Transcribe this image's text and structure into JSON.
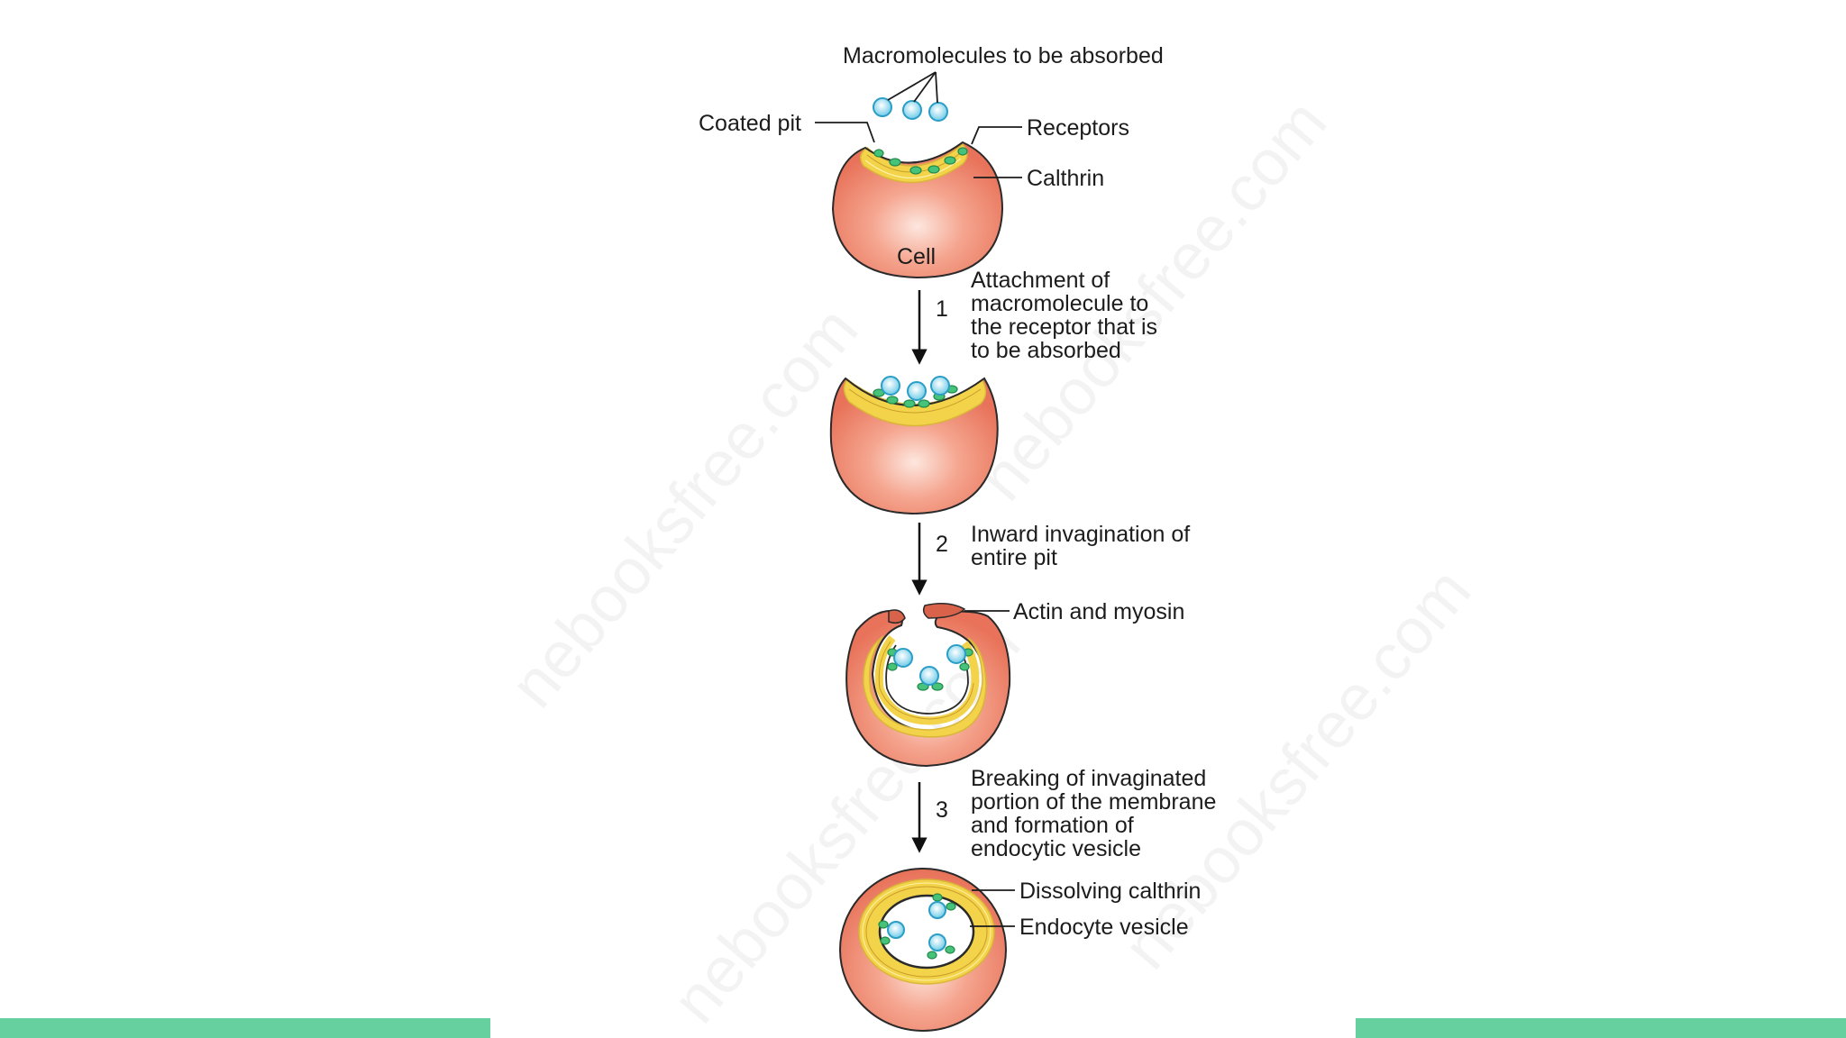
{
  "colors": {
    "accent_bar": "#66d19e",
    "cell_fill": "#f08c72",
    "clathrin": "#f3d34a",
    "receptor": "#3fbf78",
    "macromolecule": "#7fd3ec"
  },
  "top_title": "Macromolecules to be absorbed",
  "labels": {
    "coated_pit": "Coated pit",
    "receptors": "Receptors",
    "calthrin": "Calthrin",
    "cell": "Cell",
    "actin_myosin": "Actin and myosin",
    "dissolving_calthrin": "Dissolving calthrin",
    "endocyte_vesicle": "Endocyte vesicle"
  },
  "steps": [
    {
      "number": "1",
      "lines": [
        "Attachment of",
        "macromolecule to",
        "the receptor that is",
        "to be absorbed"
      ]
    },
    {
      "number": "2",
      "lines": [
        "Inward invagination of",
        "entire pit"
      ]
    },
    {
      "number": "3",
      "lines": [
        "Breaking of invaginated",
        "portion of the membrane",
        "and formation of",
        "endocytic vesicle"
      ]
    }
  ],
  "watermark": "nebooksfree.com"
}
